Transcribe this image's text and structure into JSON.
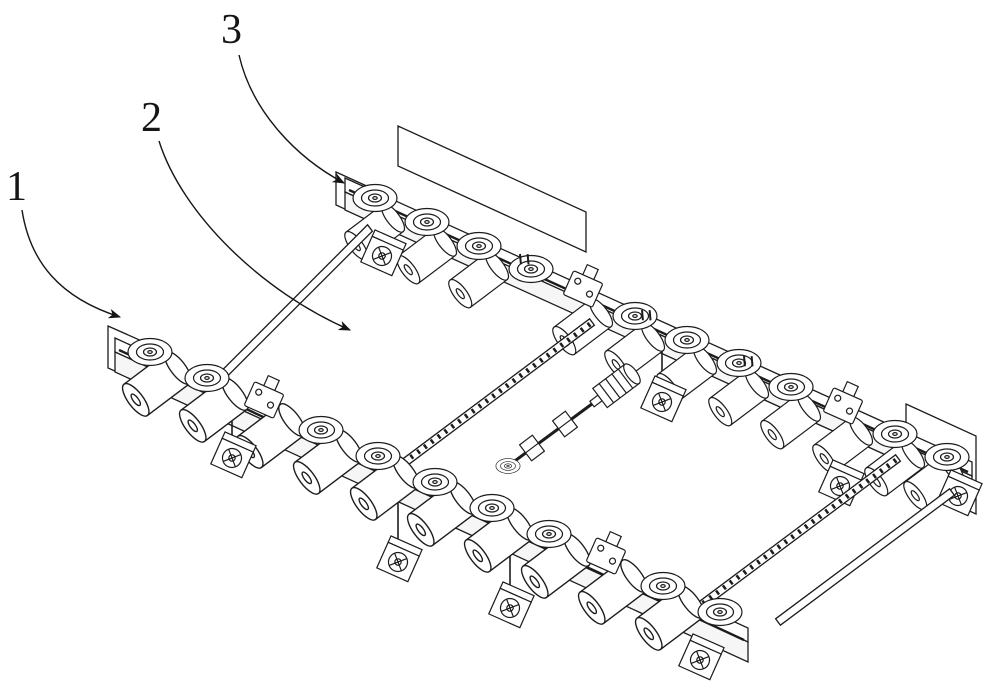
{
  "figure": {
    "kind": "isometric patent line drawing",
    "subject": "dual-rail roller conveyor assembly",
    "background_color": "#ffffff",
    "ink_color": "#1c1c1c",
    "labels": [
      {
        "text": "1"
      },
      {
        "text": "2"
      },
      {
        "text": "3"
      }
    ]
  }
}
